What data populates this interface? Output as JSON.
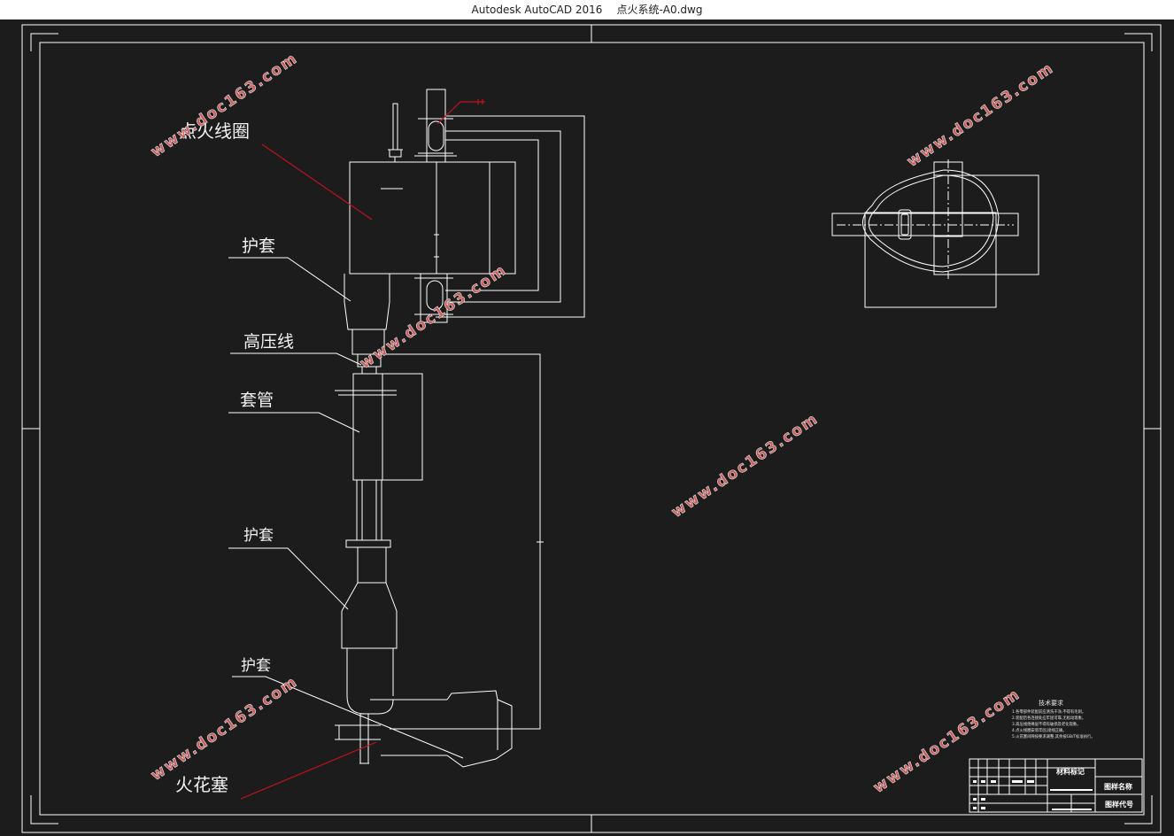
{
  "window": {
    "app": "Autodesk AutoCAD 2016",
    "file": "点火系统-A0.dwg"
  },
  "labels": {
    "ignition_coil": "点火线圈",
    "sheath_1": "护套",
    "hv_wire": "高压线",
    "sleeve": "套管",
    "sheath_2": "护套",
    "sheath_3": "护套",
    "spark_plug": "火花塞"
  },
  "watermark": "www.doc163.com",
  "tech_notes": {
    "title": "技术要求",
    "lines": [
      "1.各零部件装配前应清洗干净,不得有毛刺。",
      "2.装配后各连接处应牢固可靠,无松动现象。",
      "3.高压线绝缘层不得有破损及老化现象。",
      "4.点火线圈安装牢固,接线正确。",
      "5.火花塞间隙按要求调整,其余按GB/T标准执行。"
    ]
  },
  "title_block": {
    "material_mark": "材料标记",
    "drawing_name": "图样名称",
    "drawing_code": "图样代号"
  },
  "colors": {
    "background": "#1c1c1c",
    "line": "#ffffff",
    "leader_red": "#c0131b"
  }
}
